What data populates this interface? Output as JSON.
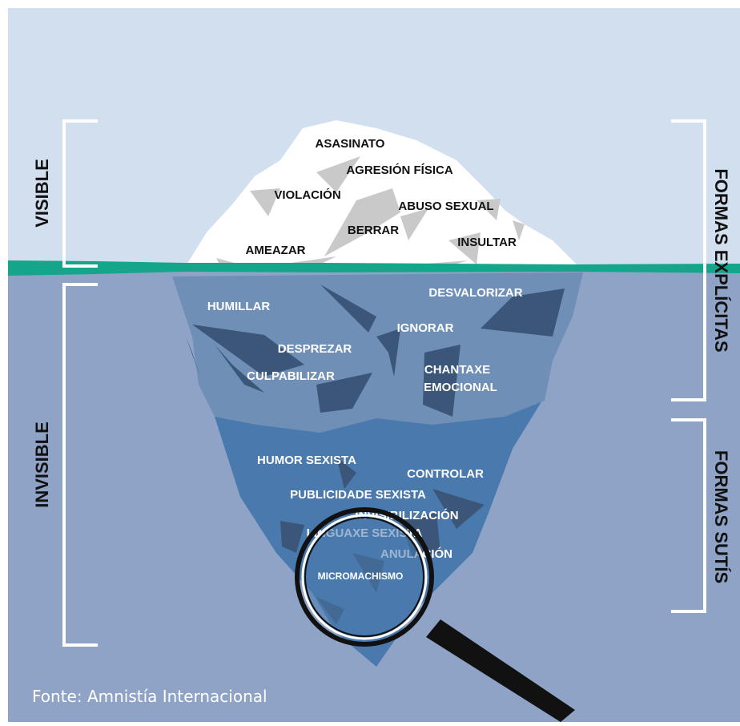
{
  "colors": {
    "sky": "#d1dfee",
    "water": "#8ea3c6",
    "waterline": "#14a58b",
    "ice_top": "#ffffff",
    "ice_top_shadow": "#c9c9c9",
    "ice_mid": "#6f8fb7",
    "ice_low": "#4a7aad",
    "ice_dark": "#3b5678"
  },
  "side_labels": {
    "visible": "VISIBLE",
    "invisible": "INVISIBLE",
    "explicit": "FORMAS EXPLÍCITAS",
    "subtle": "FORMAS SUTÍS"
  },
  "above_water": [
    "ASASINATO",
    "AGRESIÓN FÍSICA",
    "VIOLACIÓN",
    "ABUSO SEXUAL",
    "BERRAR",
    "AMEAZAR",
    "INSULTAR"
  ],
  "below_water_upper": [
    "HUMILLAR",
    "DESVALORIZAR",
    "IGNORAR",
    "DESPREZAR",
    "CHANTAXE",
    "EMOCIONAL",
    "CULPABILIZAR"
  ],
  "below_water_lower": [
    "HUMOR SEXISTA",
    "CONTROLAR",
    "PUBLICIDADE SEXISTA",
    "INVISIBILIZACIÓN",
    "LINGUAXE SEXISTA",
    "ANULACIÓN"
  ],
  "magnified": "MICROMACHISMO",
  "source": "Fonte: Amnistía Internacional",
  "icons": [
    "magnifying-glass-icon"
  ]
}
